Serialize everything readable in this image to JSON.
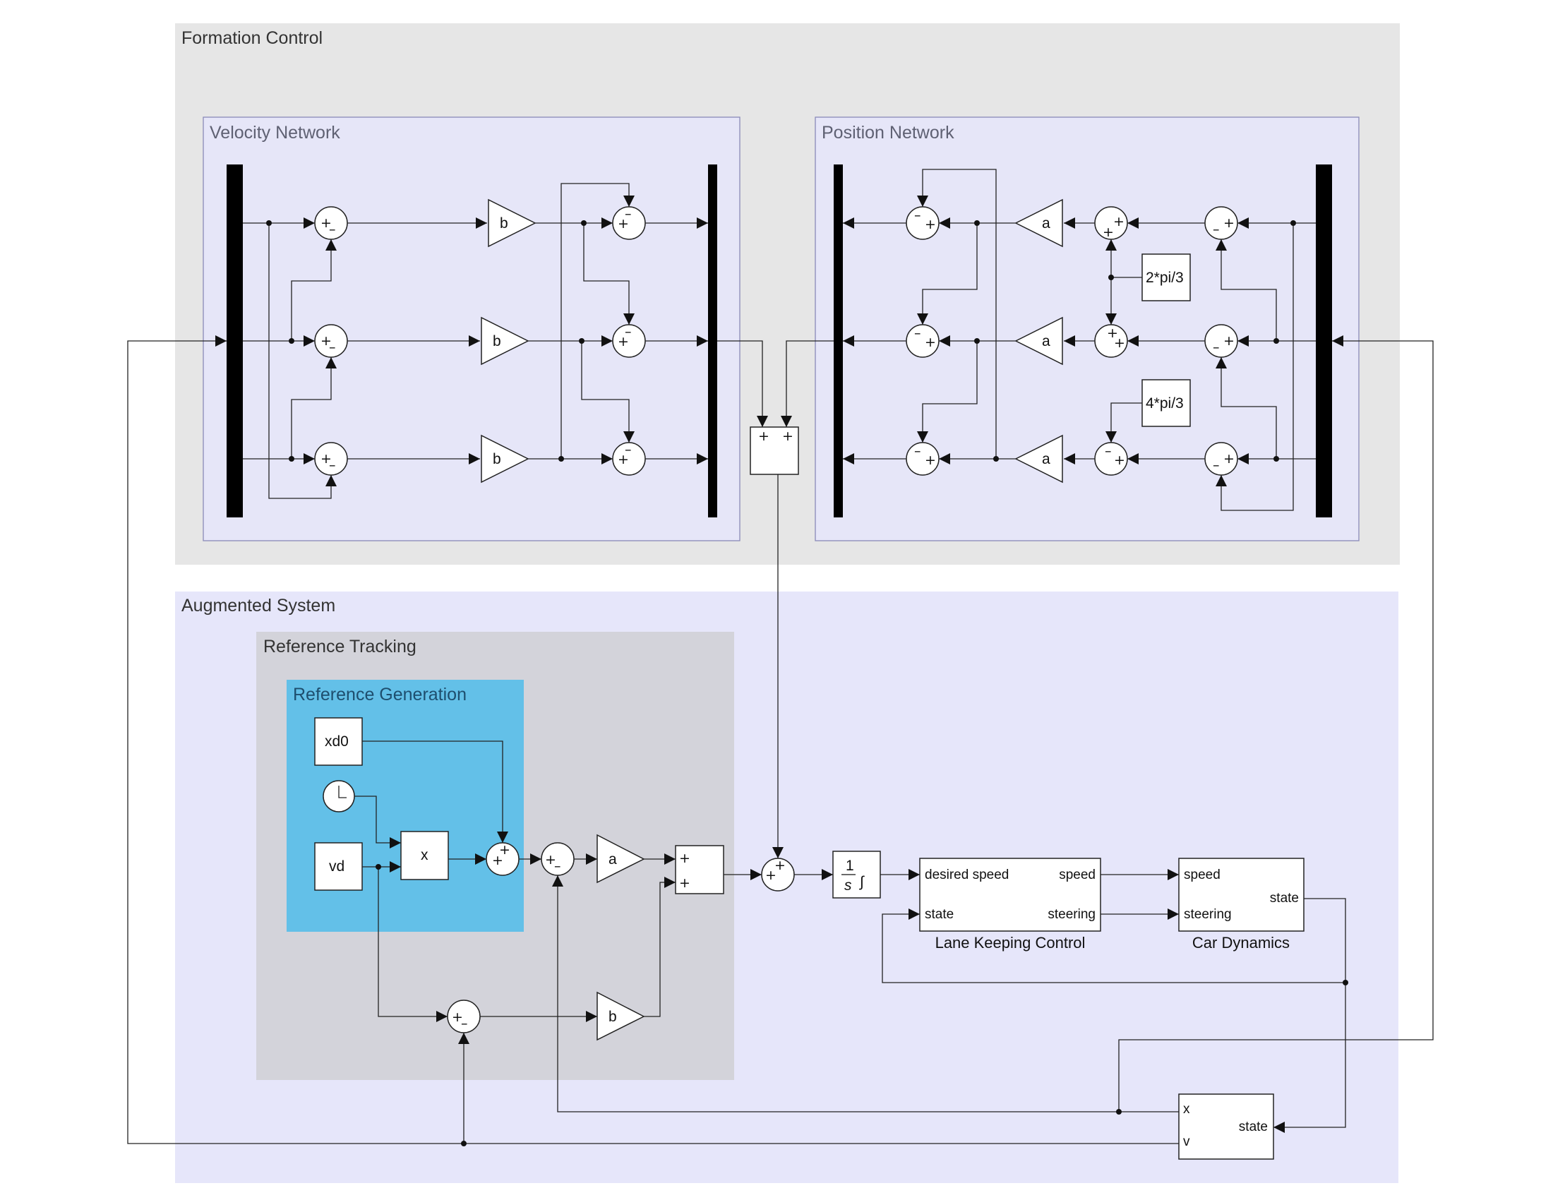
{
  "colors": {
    "formation_bg": "#e6e6e6",
    "network_bg": "#e6e6f8",
    "augmented_bg": "#e6e6fa",
    "tracking_bg": "#d3d3da",
    "refgen_bg": "#63c0e8",
    "block_fill": "#ffffff",
    "line": "#222222"
  },
  "regions": {
    "formation_control": "Formation Control",
    "velocity_network": "Velocity Network",
    "position_network": "Position Network",
    "augmented_system": "Augmented System",
    "reference_tracking": "Reference Tracking",
    "reference_generation": "Reference Generation"
  },
  "velocity_network": {
    "gain_label": "b",
    "sum1_signs": [
      "+",
      "–"
    ],
    "sum2_signs": [
      "+",
      "–"
    ]
  },
  "position_network": {
    "gain_label": "a",
    "sum_signs": [
      "+",
      "–"
    ],
    "offset1_label": "2*pi/3",
    "offset2_label": "4*pi/3"
  },
  "combine_sum": {
    "signs": [
      "+",
      "+"
    ]
  },
  "reference_generation": {
    "xd0_label": "xd0",
    "clock_icon": "clock-icon",
    "vd_label": "vd",
    "product_label": "x"
  },
  "reference_tracking": {
    "gain_a_label": "a",
    "gain_b_label": "b",
    "sum_signs": [
      "+",
      "+",
      "–"
    ]
  },
  "integrator": {
    "numerator": "1",
    "denominator": "s",
    "symbol": "∫"
  },
  "lane_keeping": {
    "title": "Lane Keeping Control",
    "inputs": [
      "desired speed",
      "state"
    ],
    "outputs": [
      "speed",
      "steering"
    ]
  },
  "car_dynamics": {
    "title": "Car Dynamics",
    "inputs": [
      "speed",
      "steering"
    ],
    "output": "state"
  },
  "state_split": {
    "input": "state",
    "outputs": [
      "x",
      "v"
    ]
  }
}
